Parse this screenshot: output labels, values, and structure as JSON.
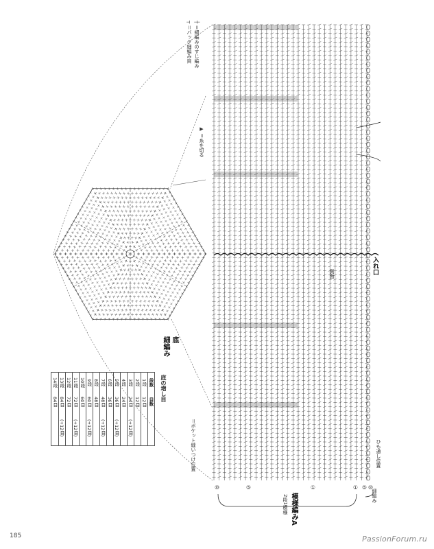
{
  "page_number": "185",
  "watermark": "PassionForum.ru",
  "legend": {
    "symbol_note_1": "┼ ＝細編みのすじ編み",
    "symbol_note_2": "┬ ＝バック細編み目",
    "cut_thread": "▶ ＝糸を切る",
    "pocket_position": "＝ポケット縫いつけ位置"
  },
  "labels": {
    "bottom_title": "底",
    "bottom_subtitle": "細編み",
    "opening": "入れ口",
    "side": "側面",
    "pattern_title": "模様編みA",
    "pattern_note": "2段1模様",
    "string_position": "ひも通し位置",
    "edge_label": "細編み"
  },
  "row_markers": [
    "⑩",
    "⑤",
    "①",
    "①",
    "⑤",
    "⑩"
  ],
  "increase_table": {
    "title": "底の増し目",
    "headers": [
      "段数",
      "目数"
    ],
    "rows": [
      {
        "row": "1段",
        "count": "12目",
        "note": ""
      },
      {
        "row": "2段",
        "count": "12目",
        "note": ""
      },
      {
        "row": "3段",
        "count": "24目",
        "note": "(+12目)"
      },
      {
        "row": "4段",
        "count": "24目",
        "note": ""
      },
      {
        "row": "5段",
        "count": "36目",
        "note": "(+12目)"
      },
      {
        "row": "6段",
        "count": "36目",
        "note": ""
      },
      {
        "row": "7段",
        "count": "48目",
        "note": "(+12目)"
      },
      {
        "row": "8段",
        "count": "48目",
        "note": ""
      },
      {
        "row": "9段",
        "count": "60目",
        "note": "(+12目)"
      },
      {
        "row": "10段",
        "count": "60目",
        "note": ""
      },
      {
        "row": "11段",
        "count": "72目",
        "note": "(+12目)"
      },
      {
        "row": "12段",
        "count": "72目",
        "note": ""
      },
      {
        "row": "13段",
        "count": "84目",
        "note": "(+12目)"
      },
      {
        "row": "14段",
        "count": "84目",
        "note": ""
      }
    ]
  },
  "colors": {
    "ink": "#333333",
    "shade": "#cfcfcf"
  }
}
